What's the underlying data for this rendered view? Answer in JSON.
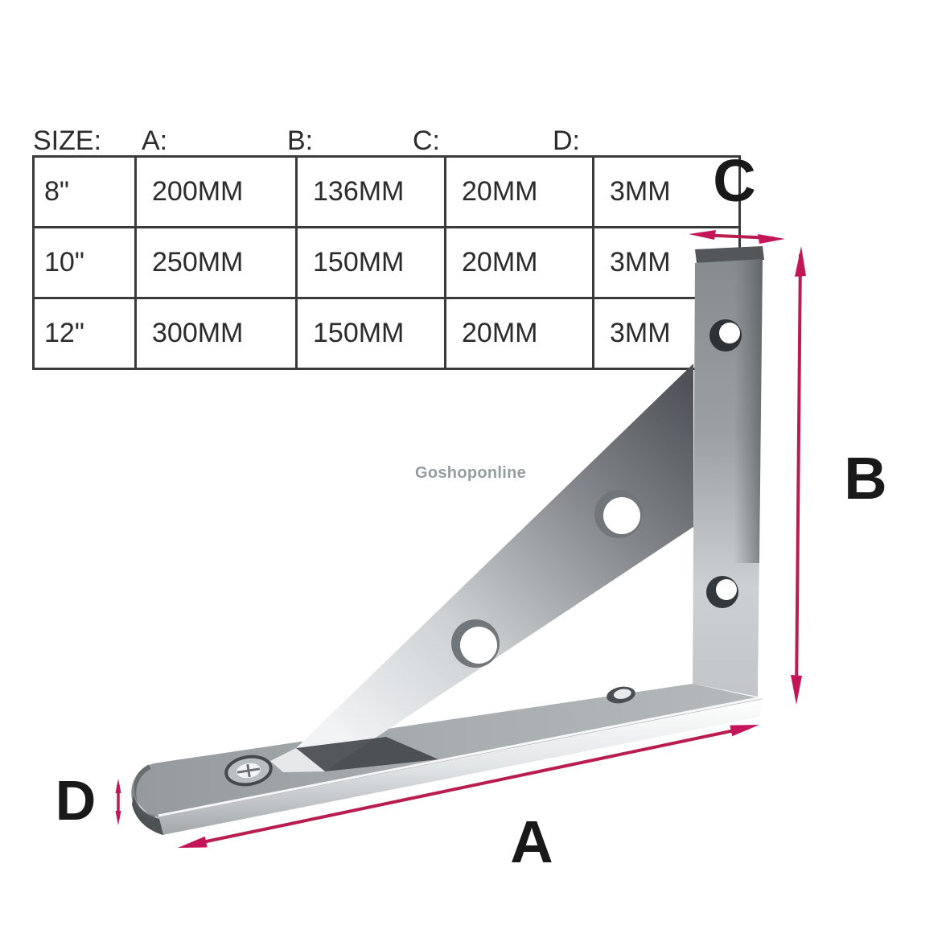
{
  "table": {
    "headers": [
      "SIZE:",
      "A:",
      "B:",
      "C:",
      "D:"
    ],
    "rows": [
      [
        "8\"",
        "200MM",
        "136MM",
        "20MM",
        "3MM"
      ],
      [
        "10\"",
        "250MM",
        "150MM",
        "20MM",
        "3MM"
      ],
      [
        "12\"",
        "300MM",
        "150MM",
        "20MM",
        "3MM"
      ]
    ]
  },
  "diagram": {
    "labels": {
      "a": "A",
      "b": "B",
      "c": "C",
      "d": "D"
    },
    "watermark": "Goshoponline",
    "arrow_color": "#b91d4f",
    "arrow_head_color": "#c41558"
  }
}
